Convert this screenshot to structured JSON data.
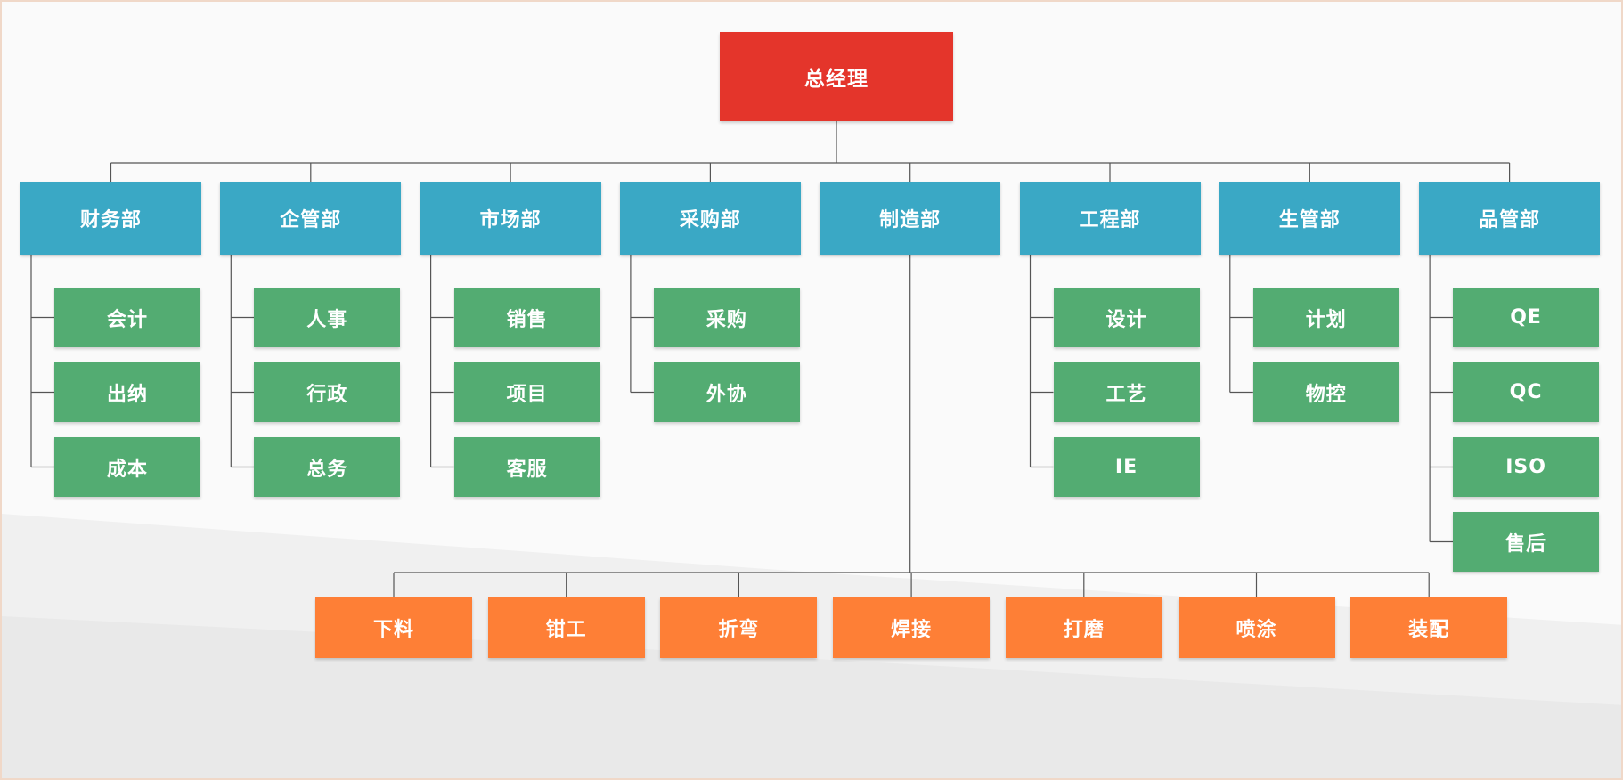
{
  "colors": {
    "root": "#e4352b",
    "department": "#3aa8c5",
    "section": "#53ac72",
    "manufacturing": "#fe7f36",
    "connector": "#555555"
  },
  "root": {
    "label": "总经理"
  },
  "departments": [
    {
      "label": "财务部",
      "children": [
        "会计",
        "出纳",
        "成本"
      ]
    },
    {
      "label": "企管部",
      "children": [
        "人事",
        "行政",
        "总务"
      ]
    },
    {
      "label": "市场部",
      "children": [
        "销售",
        "项目",
        "客服"
      ]
    },
    {
      "label": "采购部",
      "children": [
        "采购",
        "外协"
      ]
    },
    {
      "label": "制造部",
      "children": []
    },
    {
      "label": "工程部",
      "children": [
        "设计",
        "工艺",
        "IE"
      ]
    },
    {
      "label": "生管部",
      "children": [
        "计划",
        "物控"
      ]
    },
    {
      "label": "品管部",
      "children": [
        "QE",
        "QC",
        "ISO",
        "售后"
      ]
    }
  ],
  "manufacturing_units": [
    "下料",
    "钳工",
    "折弯",
    "焊接",
    "打磨",
    "喷涂",
    "装配"
  ]
}
